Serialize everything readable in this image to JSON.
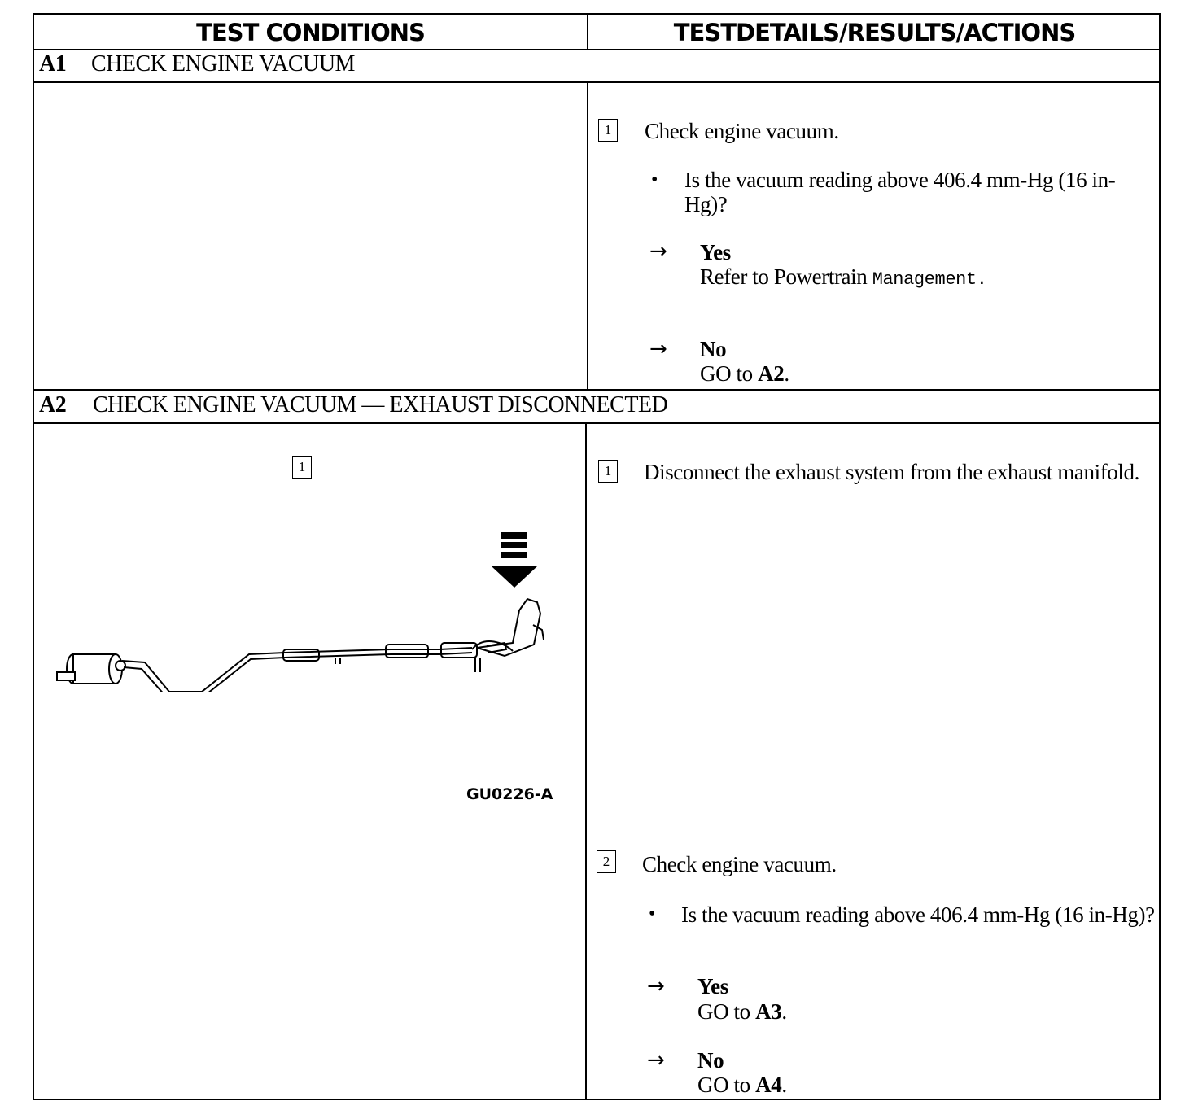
{
  "headers": {
    "left": "TEST CONDITIONS",
    "right": "TESTDETAILS/RESULTS/ACTIONS"
  },
  "a1": {
    "id": "A1",
    "title": "CHECK ENGINE VACUUM",
    "step1": {
      "num": "1",
      "text": "Check engine vacuum.",
      "question": "Is the vacuum reading above 406.4 mm-Hg (16 in-Hg)?",
      "yes_label": "Yes",
      "yes_text": "Refer to Powertrain",
      "yes_code": "Management.",
      "no_label": "No",
      "no_text": "GO to",
      "no_target": "A2",
      "period": "."
    }
  },
  "a2": {
    "id": "A2",
    "title": "CHECK ENGINE VACUUM — EXHAUST DISCONNECTED",
    "figure": {
      "callout": "1",
      "caption": "GU0226-A"
    },
    "step1": {
      "num": "1",
      "text": "Disconnect the exhaust system from the exhaust manifold."
    },
    "step2": {
      "num": "2",
      "text": "Check engine vacuum.",
      "question": "Is the vacuum reading above 406.4 mm-Hg (16 in-Hg)?",
      "yes_label": "Yes",
      "yes_text": "GO to",
      "yes_target": "A3",
      "no_label": "No",
      "no_text": "GO to",
      "no_target": "A4",
      "period": "."
    }
  },
  "symbols": {
    "bullet": "•",
    "arrow": "→"
  }
}
